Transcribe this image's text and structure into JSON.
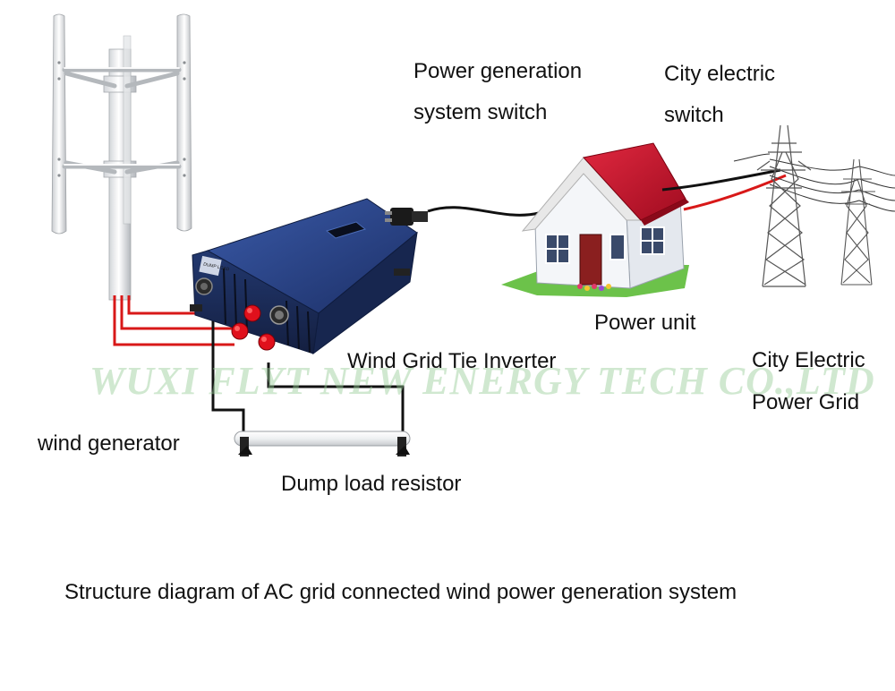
{
  "labels": {
    "power_gen_switch_line1": "Power generation",
    "power_gen_switch_line2": "system switch",
    "city_switch_line1": "City electric",
    "city_switch_line2": "switch",
    "power_unit": "Power unit",
    "inverter": "Wind Grid Tie Inverter",
    "city_grid_line1": "City Electric",
    "city_grid_line2": "Power Grid",
    "wind_generator": "wind generator",
    "dump_load": "Dump load resistor",
    "caption": "Structure diagram of AC grid connected wind power generation system"
  },
  "watermark": "WUXI FLYT NEW ENERGY TECH CO.,LTD",
  "inverter_panel_text": "DUMP LOAD",
  "colors": {
    "inverter_body": "#1f3a78",
    "roof": "#c8102e",
    "wire_red": "#d81818",
    "wire_black": "#111111",
    "grass": "#6cc24a",
    "watermark": "#96cd96"
  }
}
